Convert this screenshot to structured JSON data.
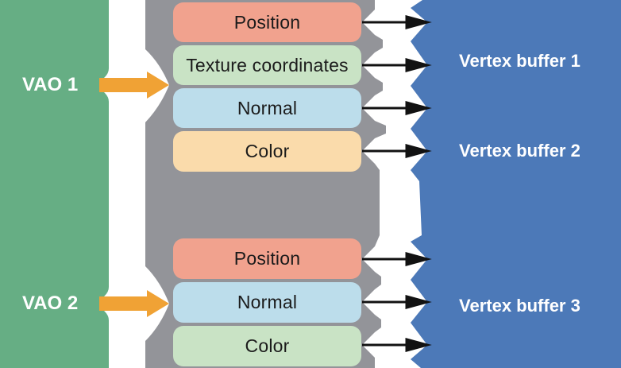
{
  "colors": {
    "vao_panel_green": "#66AE84",
    "attribute_panel_gray": "#939499",
    "buffer_panel_blue": "#4C79B8",
    "link_arrow_orange": "#F0A235",
    "buffer_arrow_black": "#121212",
    "box_salmon": "#F1A28E",
    "box_light_green": "#C9E3C5",
    "box_light_blue": "#BCDDEB",
    "box_peach": "#FADBAB",
    "label_white": "#FFFFFF",
    "box_text_black": "#1B1B1B"
  },
  "vaos": [
    {
      "label": "VAO 1"
    },
    {
      "label": "VAO 2"
    }
  ],
  "vao1_attributes": [
    {
      "label": "Position",
      "color": "#F1A28E"
    },
    {
      "label": "Texture coordinates",
      "color": "#C9E3C5"
    },
    {
      "label": "Normal",
      "color": "#BCDDEB"
    },
    {
      "label": "Color",
      "color": "#FADBAB"
    }
  ],
  "vao2_attributes": [
    {
      "label": "Position",
      "color": "#F1A28E"
    },
    {
      "label": "Normal",
      "color": "#BCDDEB"
    },
    {
      "label": "Color",
      "color": "#C9E3C5"
    }
  ],
  "buffers": [
    {
      "label": "Vertex buffer 1"
    },
    {
      "label": "Vertex buffer 2"
    },
    {
      "label": "Vertex buffer 3"
    }
  ]
}
